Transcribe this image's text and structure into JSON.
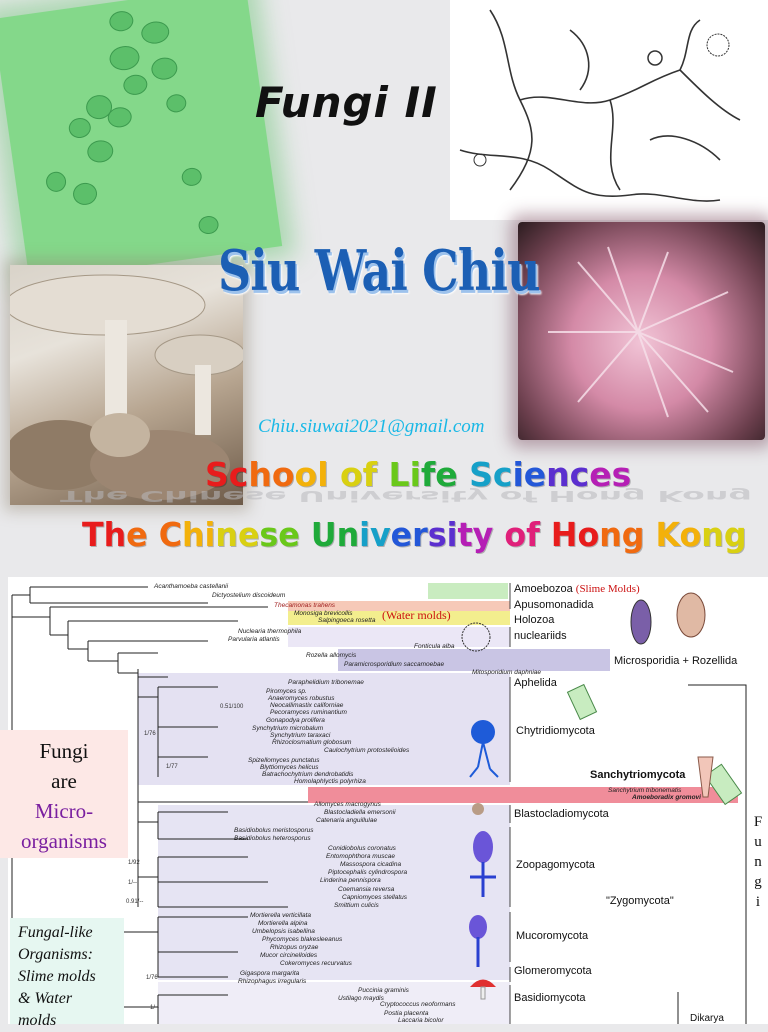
{
  "slide": {
    "title": "Fungi II",
    "author": "Siu Wai Chiu",
    "email": "Chiu.siuwai2021@gmail.com",
    "school": "School of Life Sciences",
    "university": "The Chinese University of Hong Kong"
  },
  "tree": {
    "groups": [
      "Amoebozoa",
      "Apusomonadida",
      "Holozoa",
      "nucleariids",
      "Microsporidia + Rozellida",
      "Aphelida",
      "Chytridiomycota",
      "Sanchytriomycota",
      "Blastocladiomycota",
      "Zoopagomycota",
      "\"Zygomycota\"",
      "Mucoromycota",
      "Glomeromycota",
      "Basidiomycota"
    ],
    "annotations": {
      "slime_molds": "(Slime Molds)",
      "water_molds": "(Water molds)"
    },
    "support_values": [
      "0.51/100",
      "1/76",
      "1/77",
      "1/92",
      "1/--",
      "0.91/--",
      "1/76",
      "1/--"
    ],
    "species": [
      "Acanthamoeba castellanii",
      "Dictyostelium discoideum",
      "Thecamonas trahens",
      "Monosiga brevicollis",
      "Salpingoeca rosetta",
      "Nuclearia thermophila",
      "Parvularia atlantis",
      "Fonticula alba",
      "Rozella allomycis",
      "Paramicrosporidium saccamoebae",
      "Mitosporidium daphniae",
      "Paraphelidium tribonemae",
      "Piromyces sp.",
      "Anaeromyces robustus",
      "Neocallimastix californiae",
      "Pecoramyces ruminantium",
      "Gonapodya prolifera",
      "Synchytrium microbalum",
      "Synchytrium taraxaci",
      "Rhizoclosmatium globosum",
      "Caulochytrium protostelioides",
      "Spizellomyces punctatus",
      "Blyttiomyces helicus",
      "Batrachochytrium dendrobatidis",
      "Homolaphlyctis polyrhiza",
      "Sanchytrium tribonematis",
      "Amoeboradix gromovi",
      "Allomyces macrogynus",
      "Blastocladiella emersonii",
      "Catenaria anguillulae",
      "Basidiobolus meristosporus",
      "Basidiobolus heterosporus",
      "Conidiobolus coronatus",
      "Entomophthora muscae",
      "Massospora cicadina",
      "Piptocephalis cylindrospora",
      "Linderina pennispora",
      "Coemansia reversa",
      "Capniomyces stellatus",
      "Smittium culicis",
      "Mortierella verticillata",
      "Mortierella alpina",
      "Umbelopsis isabellina",
      "Phycomyces blakesleeanus",
      "Rhizopus oryzae",
      "Mucor circinelloides",
      "Cokeromyces recurvatus",
      "Gigaspora margarita",
      "Rhizophagus irregularis",
      "Puccinia graminis",
      "Ustilago maydis",
      "Cryptococcus neoformans",
      "Postia placenta",
      "Laccaria bicolor"
    ],
    "right_label": "F u n g i",
    "dikarya_partial": "Dikarya"
  },
  "side_notes": {
    "fungi_line1": "Fungi",
    "fungi_line2": "are",
    "fungi_line3": "Micro-",
    "fungi_line4": "organisms",
    "like_line1": "Fungal-like",
    "like_line2": "Organisms:",
    "like_line3": "Slime molds",
    "like_line4": "& Water",
    "like_line5": "molds"
  },
  "colors": {
    "amoebozoa_band": "#c9ecc0",
    "apuso_band": "#f6c9b8",
    "holozoa_band": "#f3ee8e",
    "microsporidia_band": "#c9c5e4",
    "sanchytrio_band": "#f08d9a",
    "purple_band": "#d2cde9",
    "name_blue": "#1c5fb4",
    "email_cyan": "#19b8e6"
  }
}
